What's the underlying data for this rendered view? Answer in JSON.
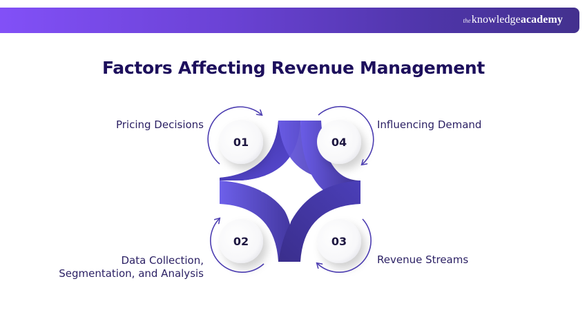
{
  "header": {
    "brand_prefix": "the",
    "brand_main": "knowledge",
    "brand_bold": "academy",
    "gradient_start": "#8250f7",
    "gradient_end": "#43318e"
  },
  "title": "Factors Affecting Revenue Management",
  "factors": [
    {
      "number": "01",
      "label": "Pricing Decisions",
      "position": "top-left"
    },
    {
      "number": "02",
      "label_line1": "Data Collection,",
      "label_line2": "Segmentation, and Analysis",
      "position": "bottom-left"
    },
    {
      "number": "03",
      "label": "Revenue Streams",
      "position": "bottom-right"
    },
    {
      "number": "04",
      "label": "Influencing Demand",
      "position": "top-right"
    }
  ],
  "colors": {
    "title": "#1d0f5c",
    "label": "#2a1f63",
    "shape_light": "#6a5ce6",
    "shape_dark": "#3a2f8f",
    "arrow": "#4b3cb0"
  }
}
